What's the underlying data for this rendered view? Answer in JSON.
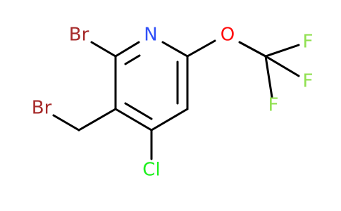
{
  "molecule": {
    "atoms": {
      "br_ring": {
        "label": "Br",
        "color": "#a62929"
      },
      "n": {
        "label": "N",
        "color": "#3050f8"
      },
      "o": {
        "label": "O",
        "color": "#ff0d0d"
      },
      "f1": {
        "label": "F",
        "color": "#90e050"
      },
      "f2": {
        "label": "F",
        "color": "#90e050"
      },
      "f3": {
        "label": "F",
        "color": "#90e050"
      },
      "br_methyl": {
        "label": "Br",
        "color": "#a62929"
      },
      "cl": {
        "label": "Cl",
        "color": "#1ff01f"
      }
    },
    "bond_color": "#000000"
  }
}
